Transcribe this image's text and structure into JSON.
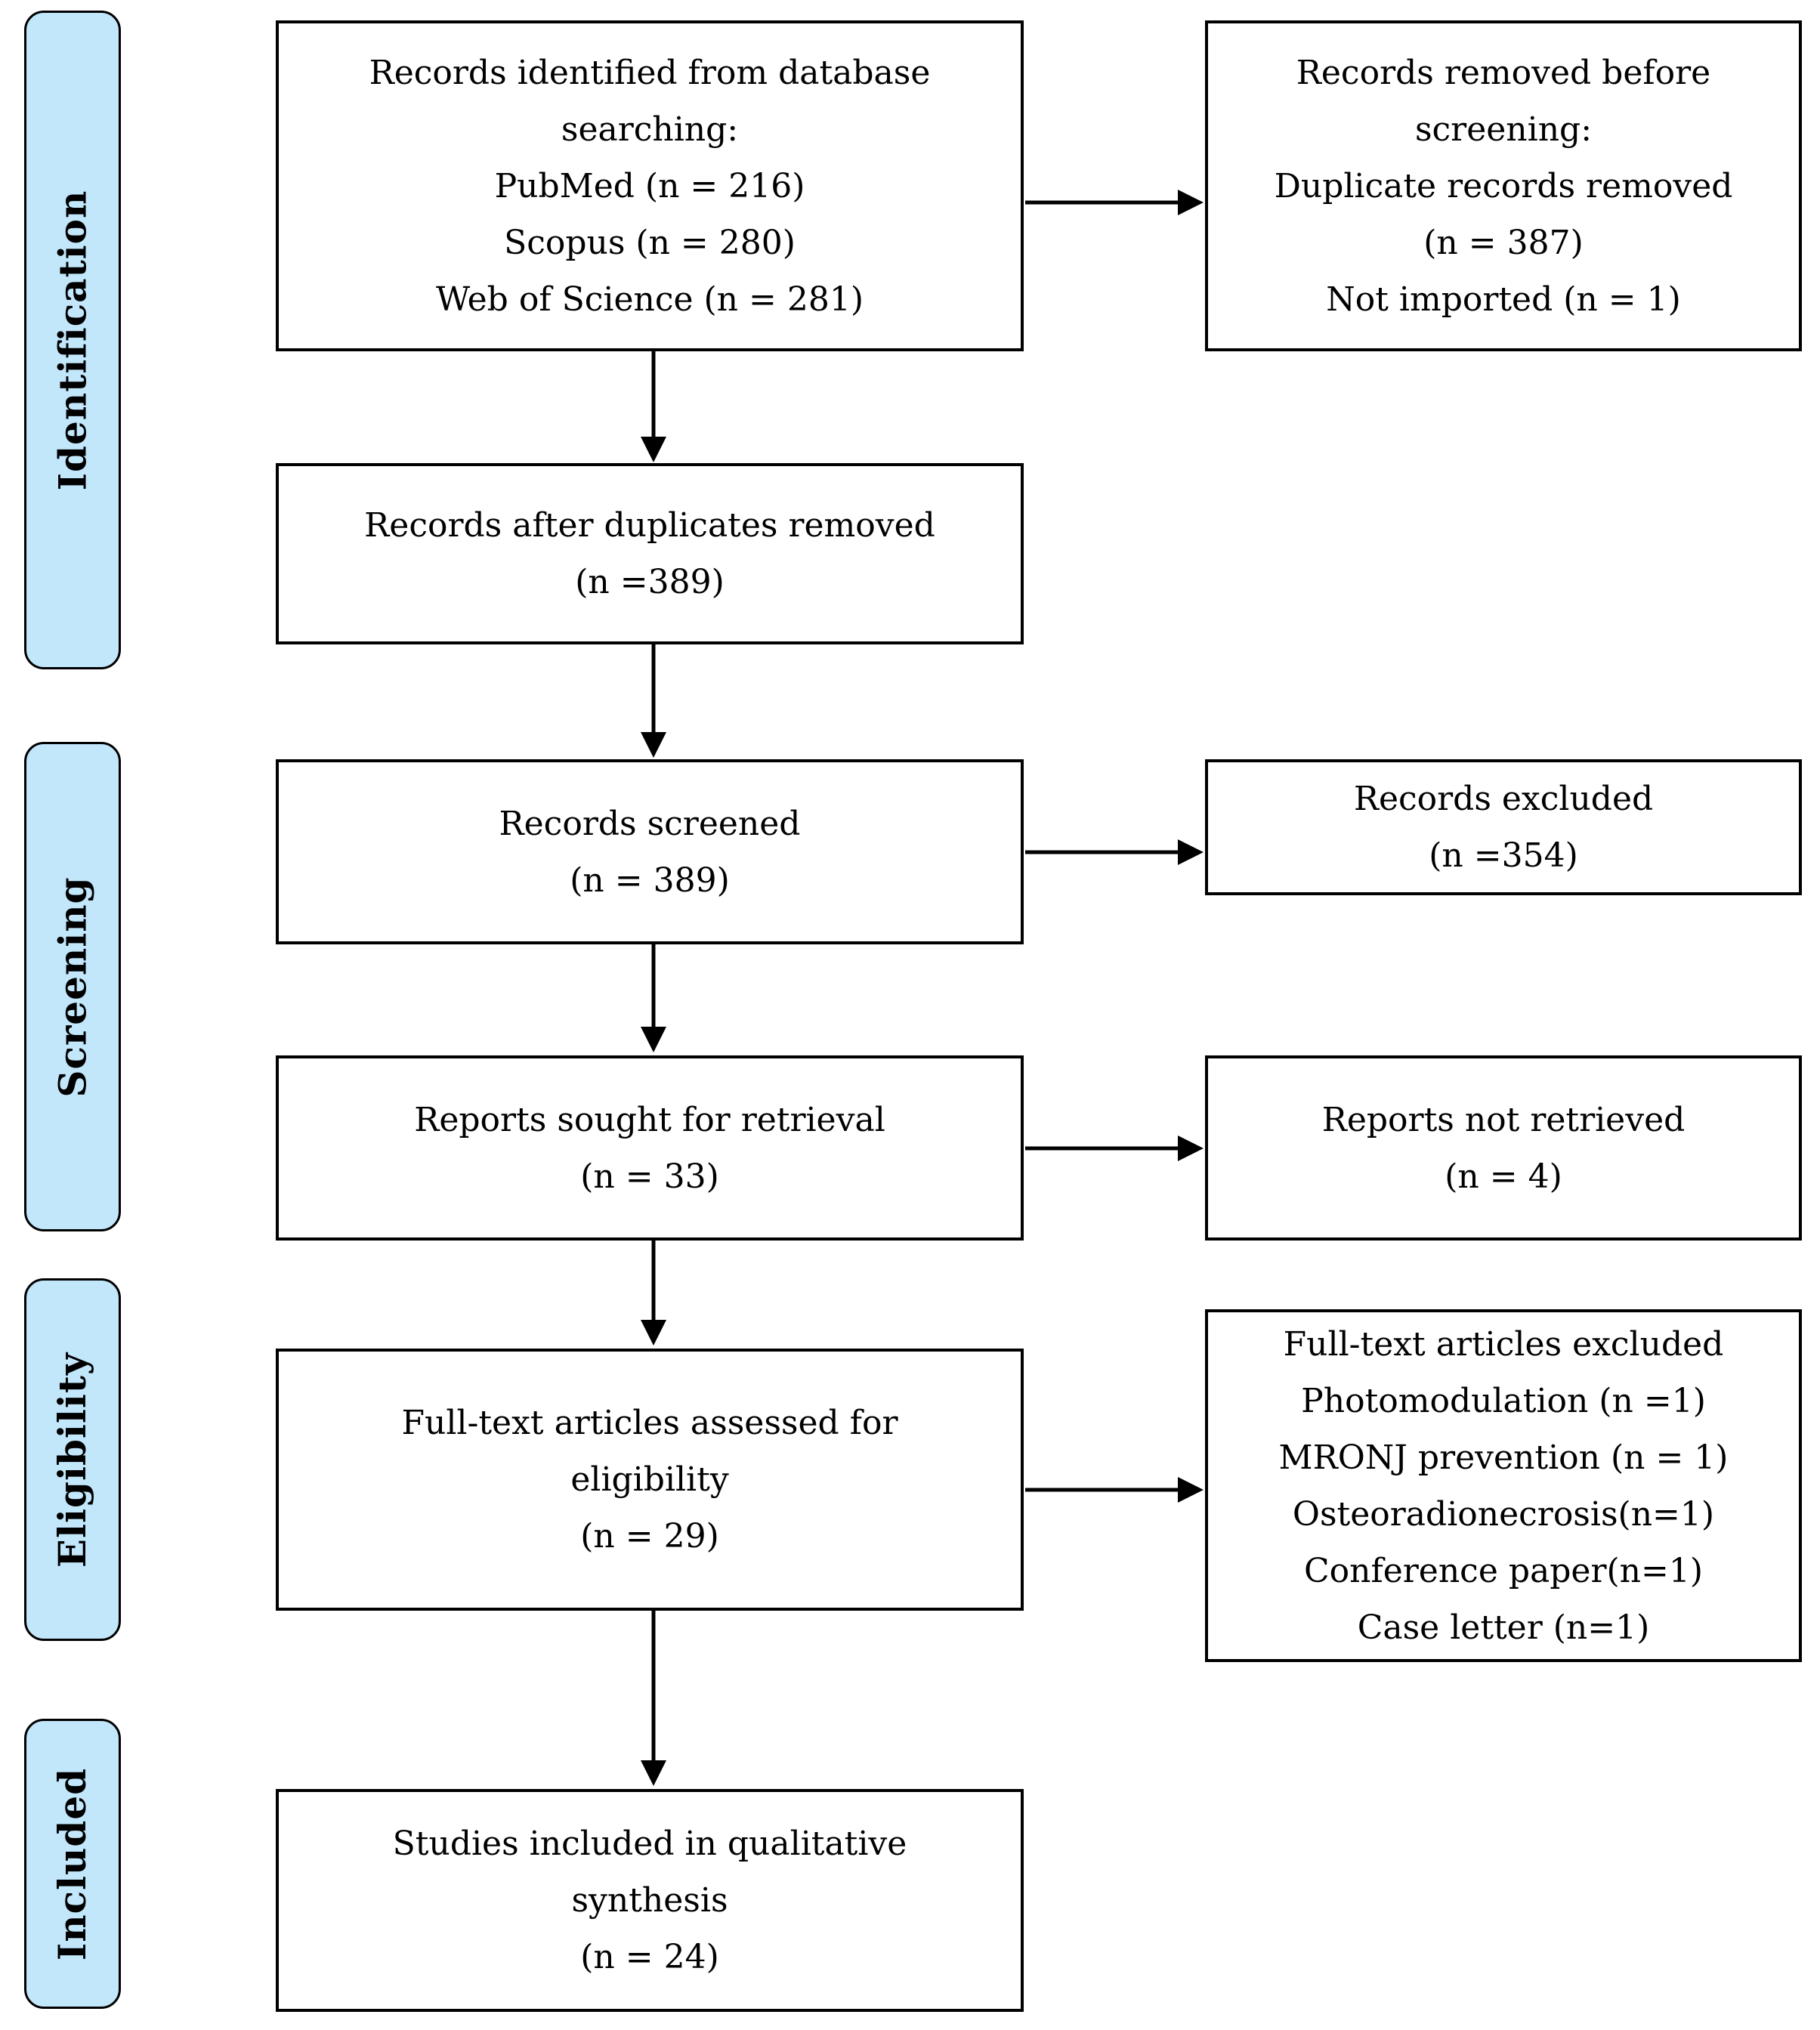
{
  "stages": [
    {
      "label": "Identification"
    },
    {
      "label": "Screening"
    },
    {
      "label": "Eligibility"
    },
    {
      "label": "Included"
    }
  ],
  "boxes": {
    "identified": {
      "lines": [
        "Records identified from database",
        "searching:",
        "PubMed (n = 216)",
        "Scopus (n = 280)",
        "Web of Science (n = 281)"
      ]
    },
    "removed_before_screening": {
      "lines": [
        "Records removed before",
        "screening:",
        "Duplicate records removed",
        "(n = 387)",
        "Not imported (n = 1)"
      ]
    },
    "after_duplicates": {
      "lines": [
        "Records after duplicates removed",
        "(n =389)"
      ]
    },
    "screened": {
      "lines": [
        "Records screened",
        "(n = 389)"
      ]
    },
    "records_excluded": {
      "lines": [
        "Records excluded",
        "(n =354)"
      ]
    },
    "sought_for_retrieval": {
      "lines": [
        "Reports sought for retrieval",
        "(n = 33)"
      ]
    },
    "not_retrieved": {
      "lines": [
        "Reports not retrieved",
        "(n = 4)"
      ]
    },
    "fulltext_assessed": {
      "lines": [
        "Full-text articles assessed for",
        "eligibility",
        "(n = 29)"
      ]
    },
    "fulltext_excluded": {
      "lines": [
        "Full-text articles excluded",
        "Photomodulation (n =1)",
        "MRONJ prevention (n = 1)",
        "Osteoradionecrosis(n=1)",
        "Conference paper(n=1)",
        "Case letter (n=1)"
      ]
    },
    "included_qualitative": {
      "lines": [
        "Studies included in qualitative",
        "synthesis",
        "(n = 24)"
      ]
    }
  },
  "colors": {
    "stage_fill": "#C2E7FB",
    "box_fill": "#FFFFFF",
    "border": "#000000",
    "arrow": "#000000",
    "background": "#FFFFFF"
  }
}
